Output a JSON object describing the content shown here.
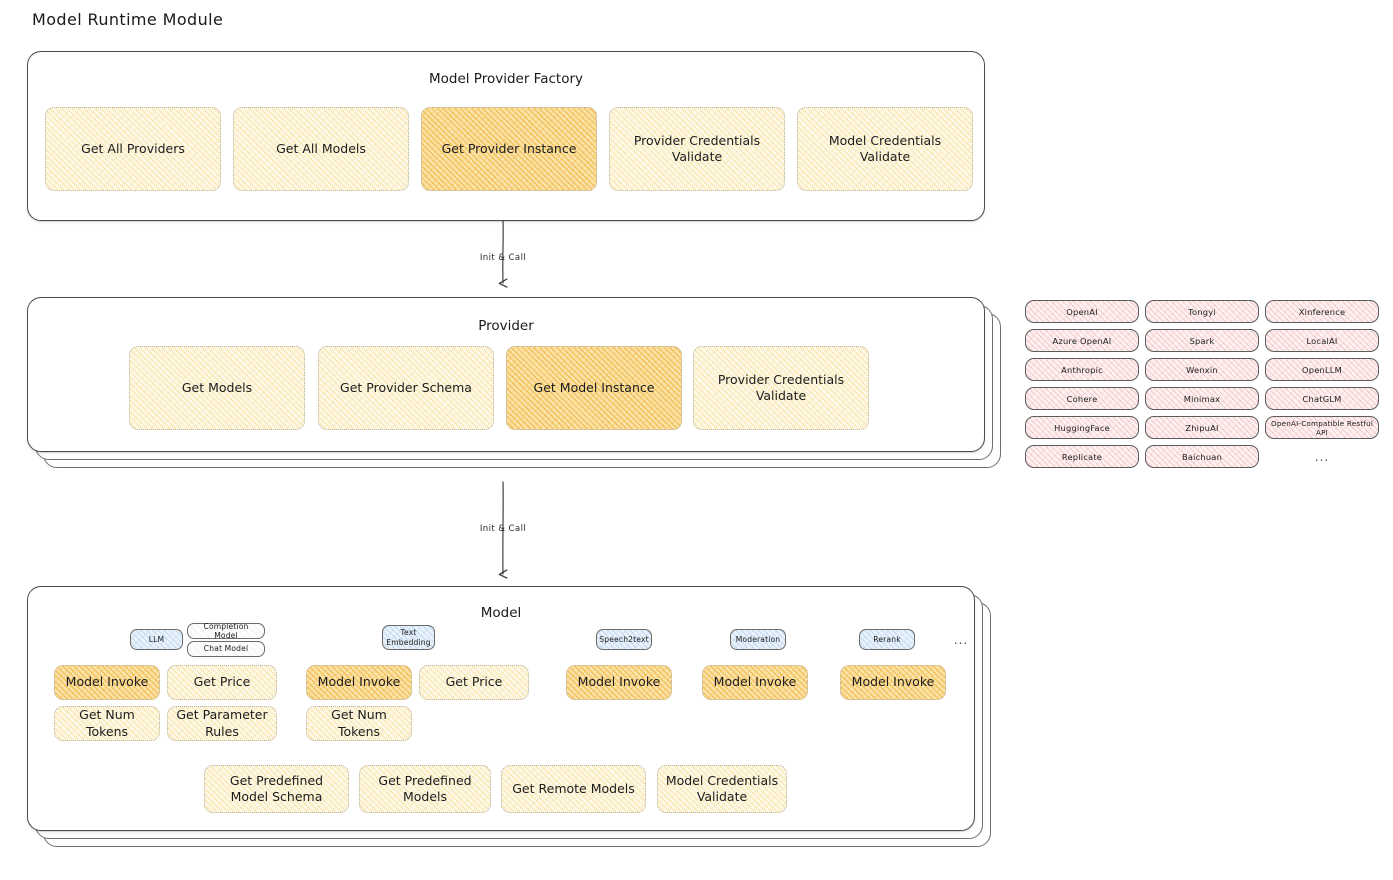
{
  "page": {
    "title": "Model Runtime Module"
  },
  "connectors": [
    {
      "label": "Init & Call"
    },
    {
      "label": "Init & Call"
    }
  ],
  "factory": {
    "title": "Model Provider Factory",
    "nodes": [
      {
        "label": "Get All Providers",
        "highlight": false
      },
      {
        "label": "Get All Models",
        "highlight": false
      },
      {
        "label": "Get Provider Instance",
        "highlight": true
      },
      {
        "label": "Provider Credentials Validate",
        "highlight": false
      },
      {
        "label": "Model Credentials Validate",
        "highlight": false
      }
    ]
  },
  "provider": {
    "title": "Provider",
    "nodes": [
      {
        "label": "Get Models",
        "highlight": false
      },
      {
        "label": "Get Provider Schema",
        "highlight": false
      },
      {
        "label": "Get Model Instance",
        "highlight": true
      },
      {
        "label": "Provider Credentials Validate",
        "highlight": false
      }
    ]
  },
  "provider_list": {
    "columns": [
      {
        "items": [
          "OpenAI",
          "Azure OpenAI",
          "Anthropic",
          "Cohere",
          "HuggingFace",
          "Replicate"
        ]
      },
      {
        "items": [
          "Tongyi",
          "Spark",
          "Wenxin",
          "Minimax",
          "ZhipuAI",
          "Baichuan"
        ]
      },
      {
        "items": [
          "Xinference",
          "LocalAI",
          "OpenLLM",
          "ChatGLM",
          "OpenAI-Compatible Restful API"
        ]
      }
    ],
    "more": "..."
  },
  "model": {
    "title": "Model",
    "more": "...",
    "types": [
      {
        "name": "LLM",
        "subtypes": [
          "Completion Model",
          "Chat Model"
        ],
        "ops": [
          "Model Invoke",
          "Get Price",
          "Get Num Tokens",
          "Get Parameter Rules"
        ]
      },
      {
        "name": "Text Embedding",
        "subtypes": [],
        "ops": [
          "Model Invoke",
          "Get Price",
          "Get Num Tokens"
        ]
      },
      {
        "name": "Speech2text",
        "subtypes": [],
        "ops": [
          "Model Invoke"
        ]
      },
      {
        "name": "Moderation",
        "subtypes": [],
        "ops": [
          "Model Invoke"
        ]
      },
      {
        "name": "Rerank",
        "subtypes": [],
        "ops": [
          "Model Invoke"
        ]
      }
    ],
    "common_ops": [
      "Get Predefined Model Schema",
      "Get Predefined Models",
      "Get Remote Models",
      "Model Credentials Validate"
    ]
  },
  "colors": {
    "highlight_fill": "#fbe3ab",
    "node_fill": "#fdf8e7",
    "provider_pill_fill": "#fdf1f1",
    "badge_fill": "#eaf3fb",
    "stroke": "#4b4b4b"
  }
}
